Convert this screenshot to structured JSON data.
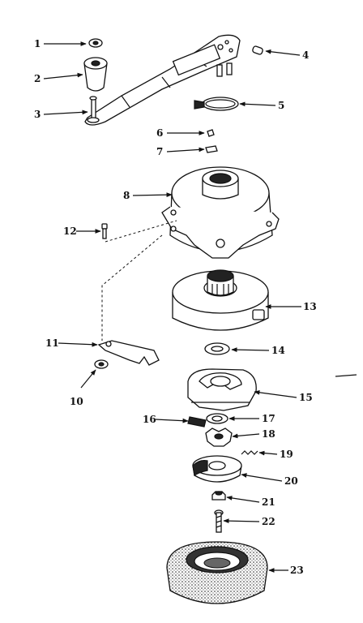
{
  "callouts": {
    "c1": "1",
    "c2": "2",
    "c3": "3",
    "c4": "4",
    "c5": "5",
    "c6": "6",
    "c7": "7",
    "c8": "8",
    "c10": "10",
    "c11": "11",
    "c12": "12",
    "c13": "13",
    "c14": "14",
    "c15": "15",
    "c16": "16",
    "c17": "17",
    "c18": "18",
    "c19": "19",
    "c20": "20",
    "c21": "21",
    "c22": "22",
    "c23": "23"
  }
}
